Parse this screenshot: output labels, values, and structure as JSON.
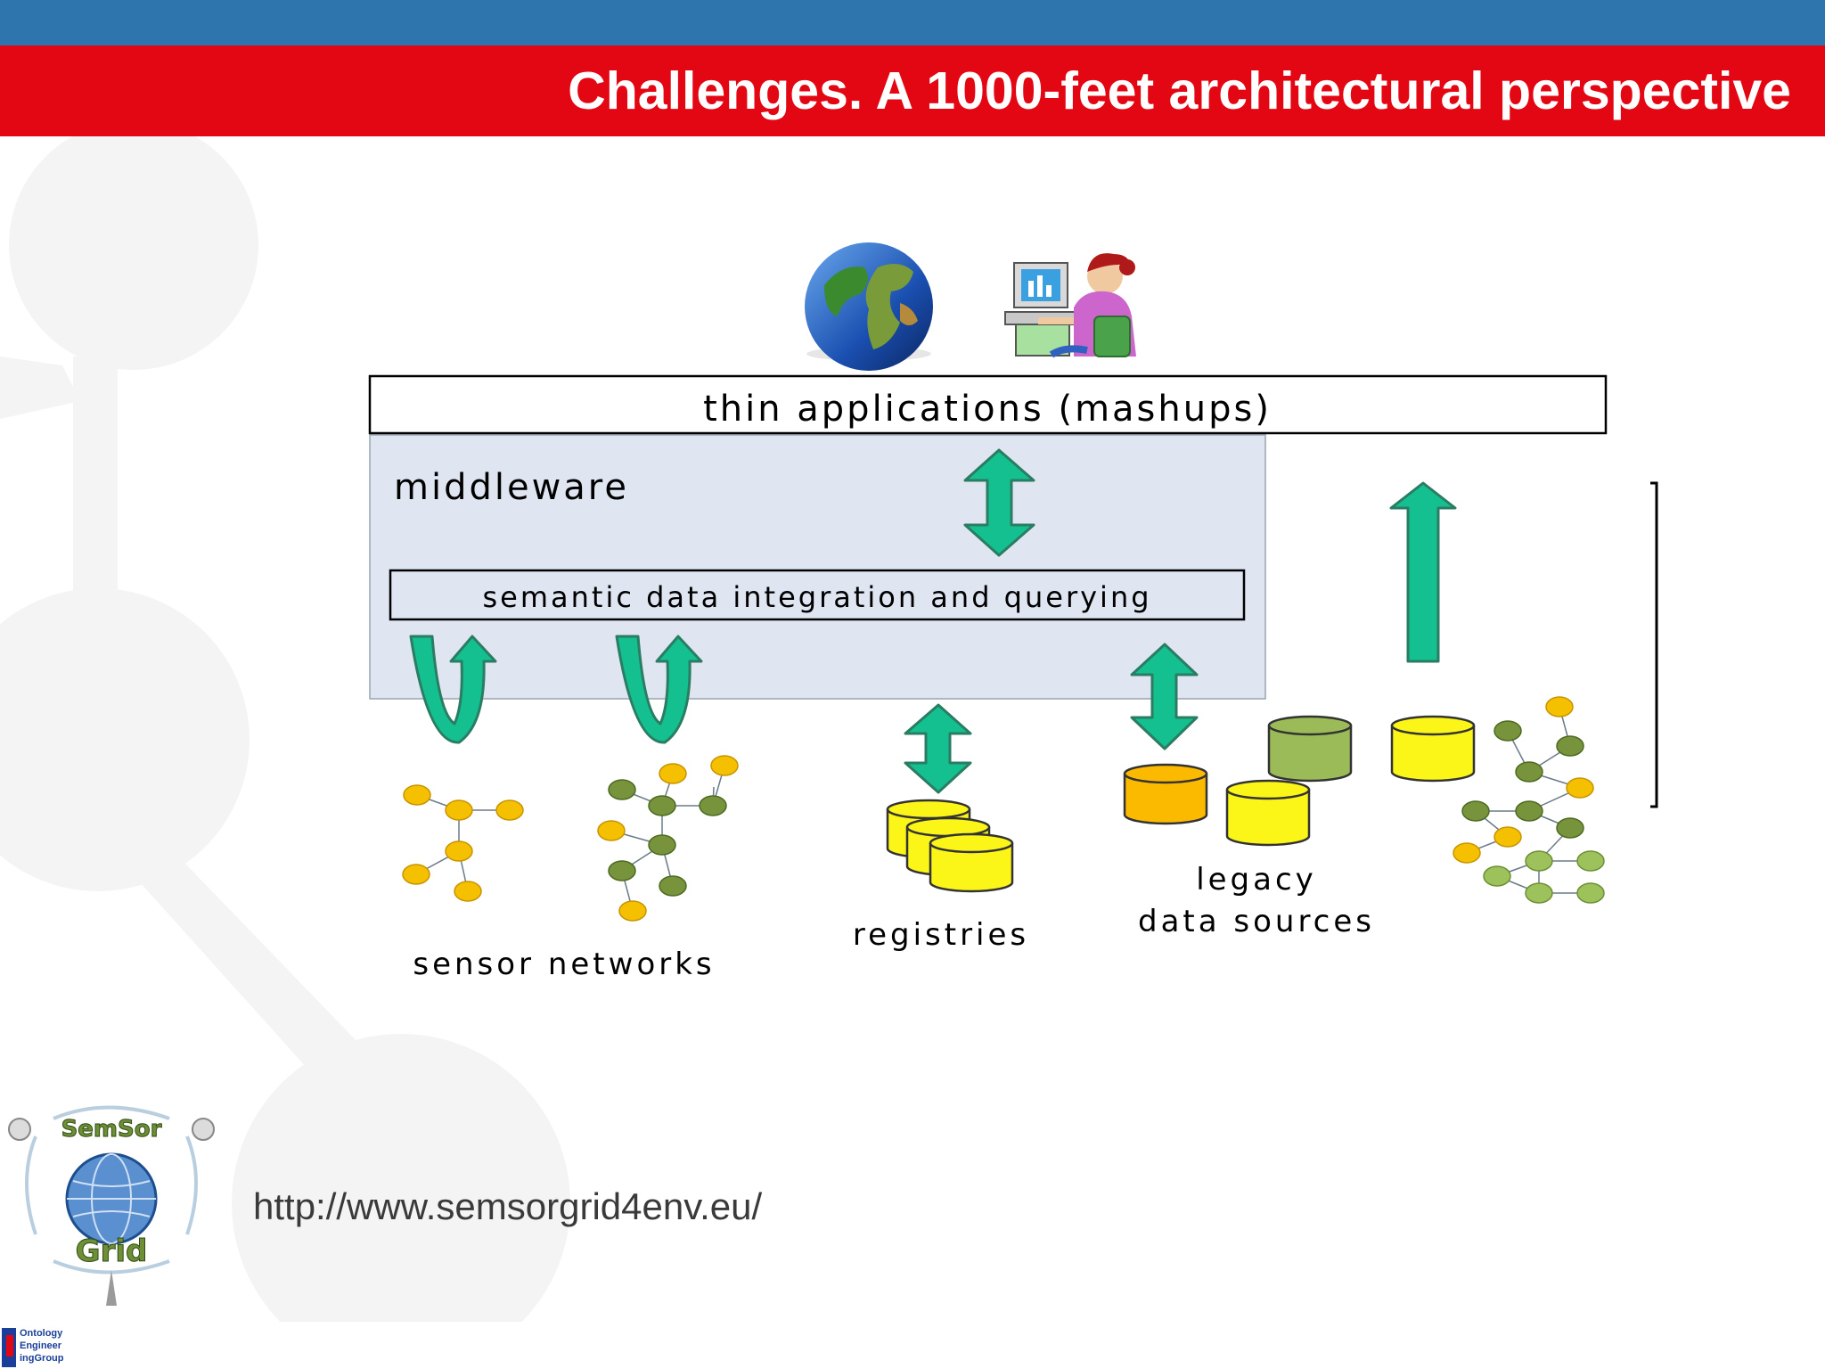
{
  "slide": {
    "title": "Challenges. A 1000-feet architectural perspective",
    "url": "http://www.semsorgrid4env.eu/"
  },
  "diagram": {
    "apps_label": "thin applications (mashups)",
    "middleware_label": "middleware",
    "integration_label": "semantic data integration and querying",
    "sensor_networks_label": "sensor networks",
    "registries_label": "registries",
    "legacy_label_line1": "legacy",
    "legacy_label_line2": "data sources"
  },
  "logos": {
    "semsorgrid_text_top": "SemSor",
    "semsorgrid_text_bottom": "Grid",
    "oeg_text": [
      "Ontology",
      "Engineer",
      "ingGroup"
    ]
  },
  "icons": [
    "globe-icon",
    "user-at-computer-icon",
    "double-arrow-icon",
    "up-arrow-icon",
    "u-turn-arrow-icon",
    "database-icon",
    "network-graph-icon"
  ],
  "colors": {
    "top_band": "#2e75ad",
    "title_band": "#e30613",
    "middleware_fill": "#dfe6f2",
    "arrow_fill": "#14c08f",
    "arrow_stroke": "#2a7c63",
    "db_yellow": "#fbf518",
    "db_orange": "#fbb900",
    "db_green": "#9bbb59",
    "node_gold": "#f5c000",
    "node_olive": "#77933c",
    "node_lightgreen": "#9dc25b"
  }
}
